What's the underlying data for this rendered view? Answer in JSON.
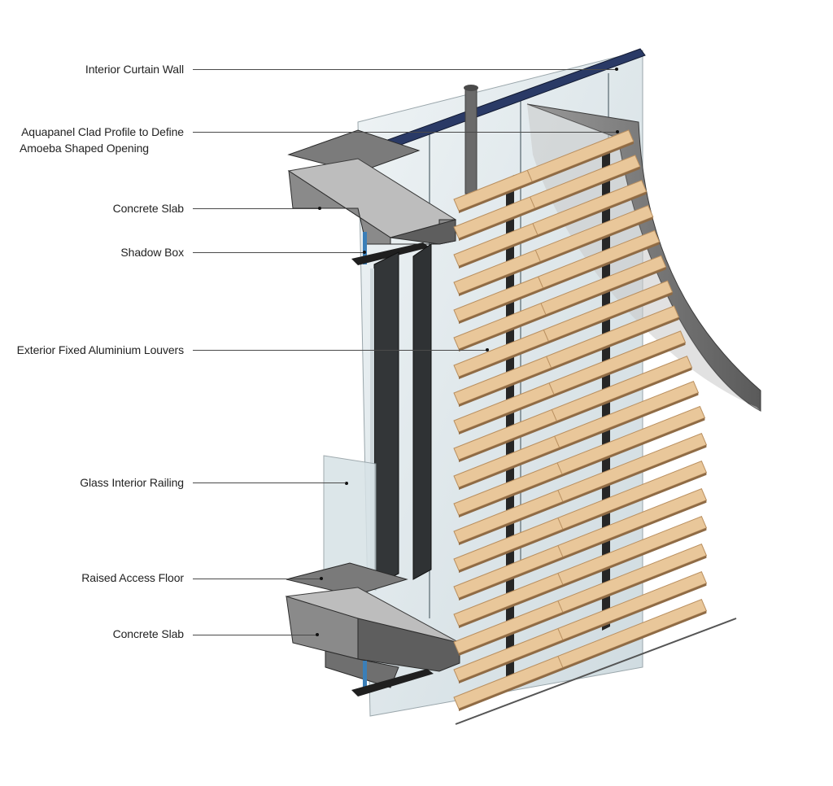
{
  "labels": [
    {
      "text": "Interior Curtain Wall"
    },
    {
      "text": "Aquapanel Clad Profile to Define",
      "text2": "Amoeba Shaped Opening"
    },
    {
      "text": "Concrete Slab"
    },
    {
      "text": "Shadow Box"
    },
    {
      "text": "Exterior Fixed Aluminium Louvers"
    },
    {
      "text": "Glass Interior Railing"
    },
    {
      "text": "Raised Access Floor"
    },
    {
      "text": "Concrete Slab"
    }
  ],
  "colors": {
    "louver_face": "#e9c79a",
    "louver_edge": "#b98f5f",
    "concrete": "#8a8a8a",
    "concrete_dark": "#5e5e5e",
    "concrete_top": "#b8b8b8",
    "glass": "#dfe8ec",
    "mullion": "#2f3234",
    "frame_blue": "#2a3a66",
    "shadow_box_blue": "#3b7fb8",
    "aquapanel": "#6f6f6f",
    "aquapanel_inner": "#bdbdbd",
    "leader_line": "#4a4a4a"
  }
}
